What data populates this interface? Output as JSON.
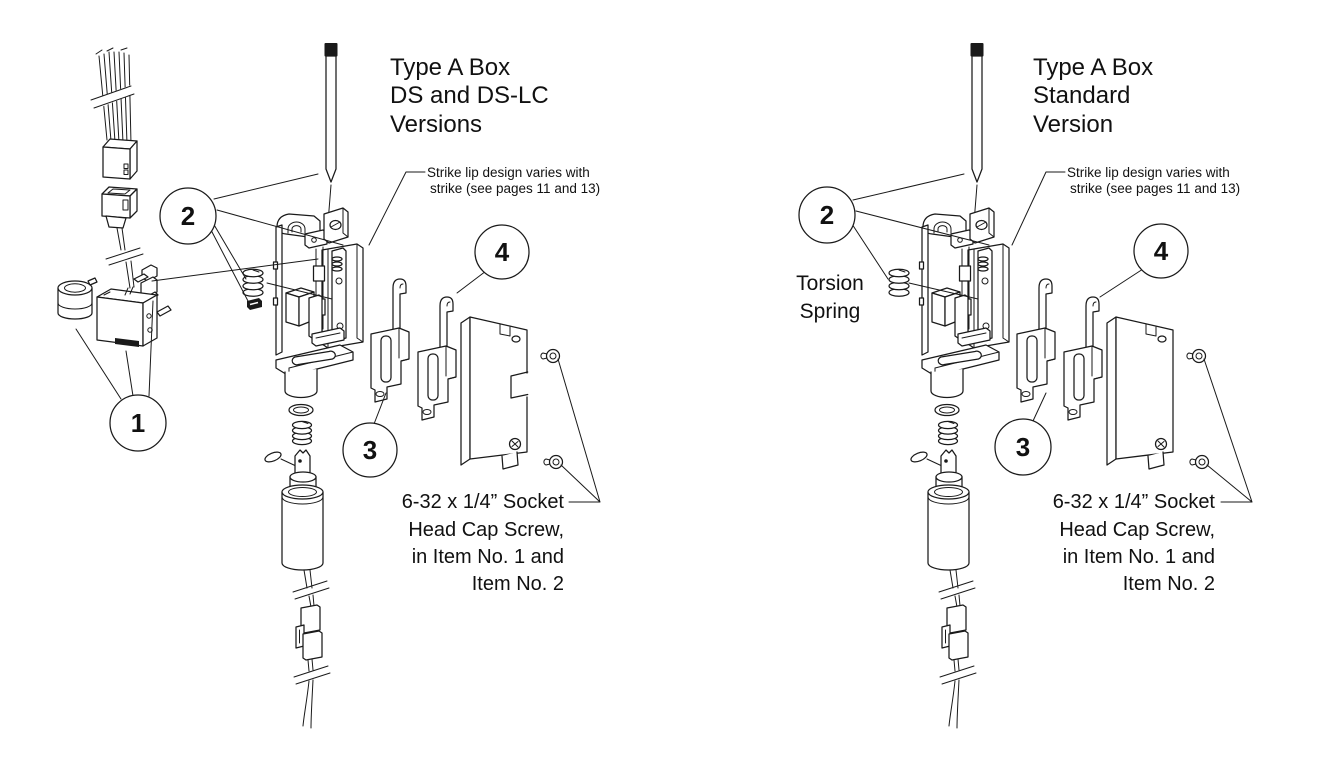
{
  "page": {
    "background": "#ffffff",
    "line_color": "#1a1a1a"
  },
  "left": {
    "name": "Type A Box DS and DS-LC Versions exploded view",
    "title": [
      "Type A Box",
      "DS and DS-LC",
      "Versions"
    ],
    "strike_note": [
      "Strike lip design varies with",
      "strike (see pages 11 and 13)"
    ],
    "screw_note": [
      "6-32 x 1/4” Socket",
      "Head Cap Screw,",
      "in Item No. 1 and",
      "Item No. 2"
    ],
    "callouts": {
      "c1": "1",
      "c2": "2",
      "c3": "3",
      "c4": "4"
    }
  },
  "right": {
    "name": "Type A Box Standard Version exploded view",
    "title": [
      "Type A Box",
      "Standard",
      "Version"
    ],
    "torsion_label": [
      "Torsion",
      "Spring"
    ],
    "strike_note": [
      "Strike lip design varies with",
      "strike (see pages 11 and 13)"
    ],
    "screw_note": [
      "6-32 x 1/4” Socket",
      "Head Cap Screw,",
      "in Item No. 1 and",
      "Item No. 2"
    ],
    "callouts": {
      "c2": "2",
      "c3": "3",
      "c4": "4"
    }
  }
}
